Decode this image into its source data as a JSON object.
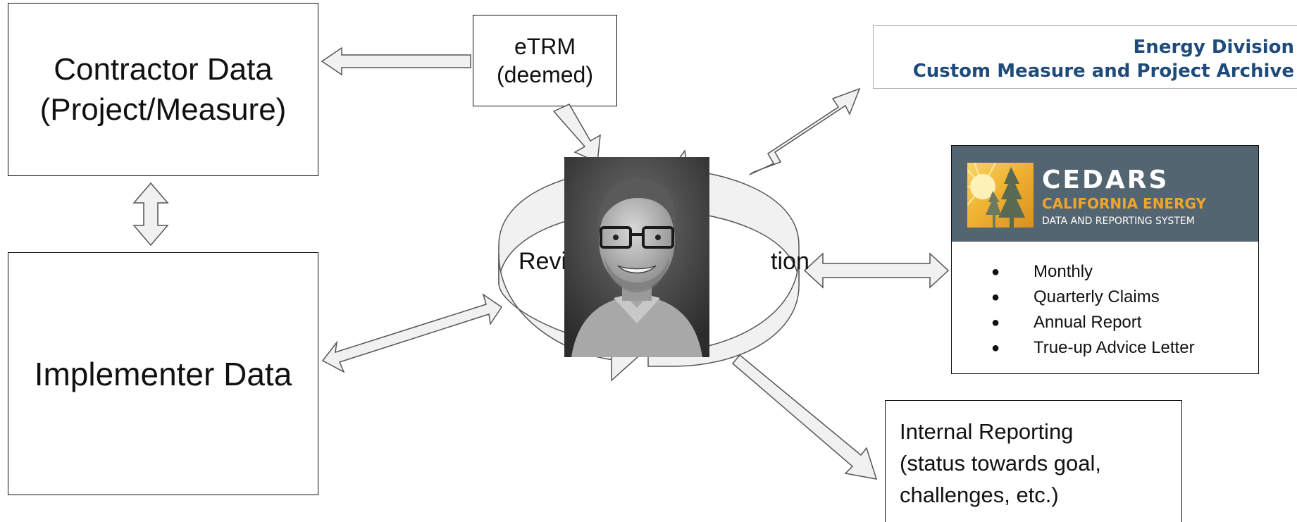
{
  "boxes": {
    "contractor": "Contractor Data\n(Project/Measure)",
    "implementer": "Implementer Data",
    "etrm": "eTRM\n(deemed)",
    "archive_line1": "Energy Division",
    "archive_line2": "Custom Measure and Project Archive",
    "internal": "Internal Reporting\n(status towards goal,\nchallenges, etc.)"
  },
  "cycle": {
    "label_left": "Revi",
    "label_right": "tion"
  },
  "cedars": {
    "name": "CEDARS",
    "subtitle": "CALIFORNIA ENERGY",
    "subtitle2": "DATA AND REPORTING SYSTEM",
    "items": [
      "Monthly",
      "Quarterly Claims",
      "Annual Report",
      "True-up Advice Letter"
    ]
  },
  "icons": {
    "arrow_fill": "#f1f1f1",
    "arrow_stroke": "#555555",
    "archive_text_color": "#1e4b7a",
    "cedars_banner_color": "#546572",
    "cedars_accent_color": "#f0a52a"
  }
}
